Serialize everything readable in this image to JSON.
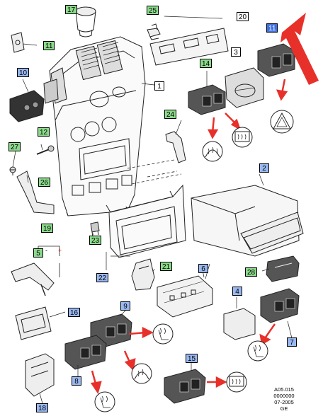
{
  "callouts": [
    {
      "id": "c17",
      "text": "17",
      "color": "green"
    },
    {
      "id": "c25",
      "text": "25",
      "color": "green"
    },
    {
      "id": "c20",
      "text": "20",
      "color": "white"
    },
    {
      "id": "c11a",
      "text": "11",
      "color": "blue"
    },
    {
      "id": "c11b",
      "text": "11",
      "color": "green"
    },
    {
      "id": "c10",
      "text": "10",
      "color": "blue"
    },
    {
      "id": "c3",
      "text": "3",
      "color": "white"
    },
    {
      "id": "c14",
      "text": "14",
      "color": "green"
    },
    {
      "id": "c1",
      "text": "1",
      "color": "white"
    },
    {
      "id": "c12",
      "text": "12",
      "color": "green"
    },
    {
      "id": "c24",
      "text": "24",
      "color": "green"
    },
    {
      "id": "c27",
      "text": "27",
      "color": "green"
    },
    {
      "id": "c26",
      "text": "26",
      "color": "green"
    },
    {
      "id": "c2",
      "text": "2",
      "color": "blue"
    },
    {
      "id": "c19",
      "text": "19",
      "color": "green"
    },
    {
      "id": "c5",
      "text": "5",
      "color": "green"
    },
    {
      "id": "c23",
      "text": "23",
      "color": "green"
    },
    {
      "id": "c22",
      "text": "22",
      "color": "blue"
    },
    {
      "id": "c21",
      "text": "21",
      "color": "green"
    },
    {
      "id": "c6",
      "text": "6",
      "color": "blue"
    },
    {
      "id": "c28",
      "text": "28",
      "color": "green"
    },
    {
      "id": "c16",
      "text": "16",
      "color": "blue"
    },
    {
      "id": "c9",
      "text": "9",
      "color": "blue"
    },
    {
      "id": "c4",
      "text": "4",
      "color": "blue"
    },
    {
      "id": "c7",
      "text": "7",
      "color": "blue"
    },
    {
      "id": "c8",
      "text": "8",
      "color": "blue"
    },
    {
      "id": "c15",
      "text": "15",
      "color": "blue"
    },
    {
      "id": "c18",
      "text": "18",
      "color": "blue"
    }
  ],
  "reference_block": {
    "line1": "A05.015",
    "line2": "0000000",
    "line3": "07-2005",
    "line4": "GE"
  },
  "symbols": {
    "plus": "+",
    "minus": "-"
  },
  "colors": {
    "green_label": "#8cd98c",
    "blue_label": "#9ab8f0",
    "selected_label": "#3d6fe0",
    "arrow_red": "#e8302a"
  },
  "icons": [
    "heated-seat-icon",
    "heated-rear-window-icon",
    "hazard-triangle-icon",
    "heated-windscreen-icon"
  ]
}
